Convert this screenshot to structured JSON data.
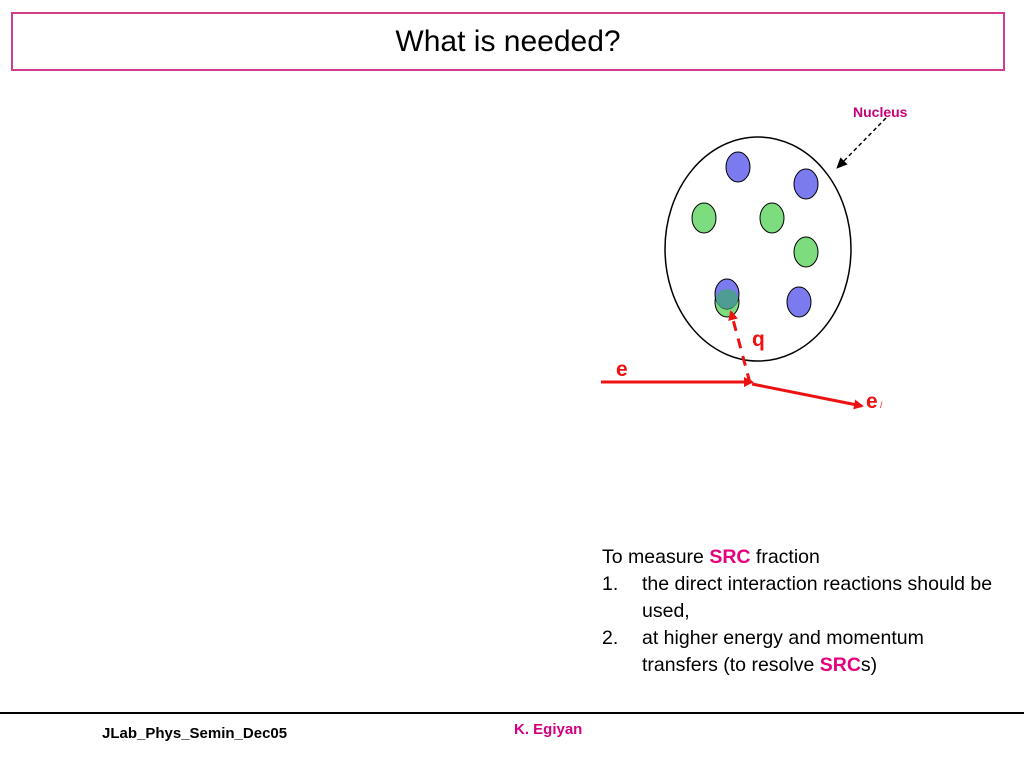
{
  "slide": {
    "title": "What is needed?"
  },
  "diagram": {
    "nucleus_label": "Nucleus",
    "incoming_label": "e",
    "outgoing_label": "e",
    "outgoing_prime": "/",
    "transfer_label": "q",
    "colors": {
      "proton": "#7b7bef",
      "neutron": "#7ddc7d",
      "beam": "#ee1111",
      "nucleus_label": "#c8007a"
    }
  },
  "notes": {
    "lead_prefix": "To measure ",
    "lead_highlight": "SRC",
    "lead_suffix": " fraction",
    "items": [
      {
        "number": "1.",
        "text": "the direct interaction reactions should be used,"
      },
      {
        "number": "2.",
        "text_prefix": "at higher energy and momentum transfers (to resolve ",
        "highlight": "SRC",
        "text_suffix": "s)"
      }
    ]
  },
  "footer": {
    "left": "JLab_Phys_Semin_Dec05",
    "center": "K. Egiyan"
  }
}
